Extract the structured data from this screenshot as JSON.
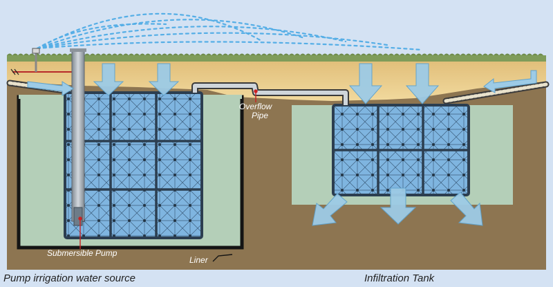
{
  "labels": {
    "overflow_pipe_line1": "Overflow",
    "overflow_pipe_line2": "Pipe",
    "submersible_pump": "Submersible Pump",
    "liner": "Liner"
  },
  "captions": {
    "left": "Pump irrigation water source",
    "right": "Infiltration Tank"
  },
  "colors": {
    "background": "#d4e2f3",
    "soil": "#8d7551",
    "sand": "#e8cc8a",
    "grass": "#7f9c5a",
    "water_fill": "#b4cfb8",
    "crate": "#7fb5e0",
    "crate_frame": "#2c3e50",
    "arrow": "#9dcbe6",
    "pipe": "#aab2ba",
    "label_line": "#cc2222"
  },
  "tanks": [
    {
      "name": "irrigation-tank",
      "crate_cols": 3,
      "crate_rows": 3
    },
    {
      "name": "infiltration-tank",
      "crate_cols": 3,
      "crate_rows": 2
    }
  ]
}
